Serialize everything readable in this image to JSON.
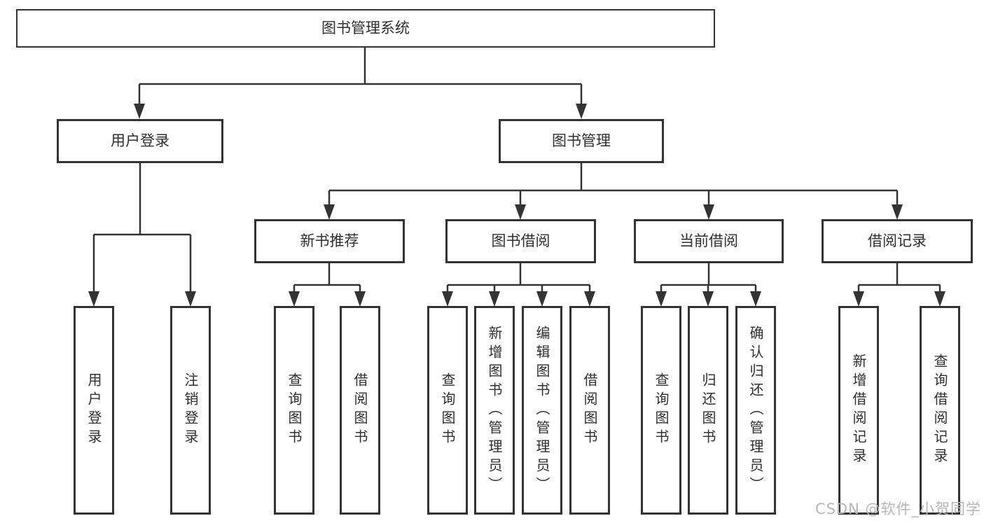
{
  "diagram": {
    "type": "feature-tree",
    "colors": {
      "background": "#ffffff",
      "line": "#333333",
      "box_border": "#333333",
      "box_fill": "#ffffff",
      "text": "#2f2f2f",
      "watermark": "#b6b6b6"
    },
    "nodes": {
      "root": "图书管理系统",
      "level1": [
        "用户登录",
        "图书管理"
      ],
      "level2": [
        "新书推荐",
        "图书借阅",
        "当前借阅",
        "借阅记录"
      ],
      "leaves_user_login": [
        "用户登录",
        "注销登录"
      ],
      "leaves_new_book": [
        "查询图书",
        "借阅图书"
      ],
      "leaves_book_borrow": [
        "查询图书",
        "新增图书（管理员）",
        "编辑图书（管理员）",
        "借阅图书"
      ],
      "leaves_current_borrow": [
        "查询图书",
        "归还图书",
        "确认归还（管理员）"
      ],
      "leaves_borrow_record": [
        "新增借阅记录",
        "查询借阅记录"
      ]
    },
    "watermark": "CSDN @软件_小贺同学"
  }
}
